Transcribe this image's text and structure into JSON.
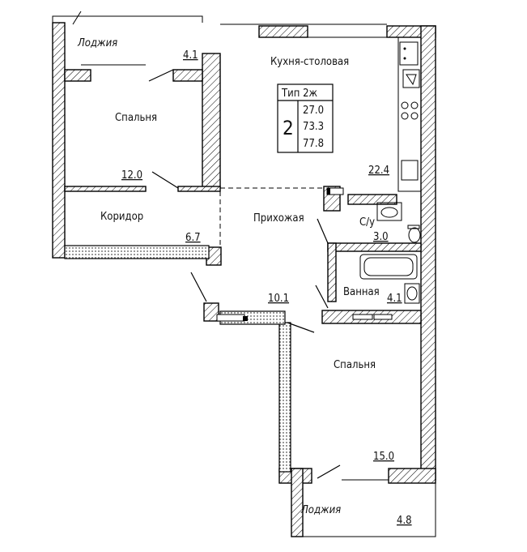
{
  "rooms": {
    "loggia_top": {
      "name": "Лоджия",
      "area": "4.1"
    },
    "bedroom_1": {
      "name": "Спальня",
      "area": "12.0"
    },
    "corridor": {
      "name": "Коридор",
      "area": "6.7"
    },
    "kitchen": {
      "name": "Кухня-столовая",
      "area": "22.4"
    },
    "hallway": {
      "name": "Прихожая",
      "area": "10.1"
    },
    "wc": {
      "name": "С/у",
      "area": "3.0"
    },
    "bathroom": {
      "name": "Ванная",
      "area": "4.1"
    },
    "bedroom_2": {
      "name": "Спальня",
      "area": "15.0"
    },
    "loggia_bottom": {
      "name": "Лоджия",
      "area": "4.8"
    }
  },
  "apartment_type": {
    "title": "Тип 2ж",
    "rooms_count": "2",
    "living_area": "27.0",
    "total_area": "73.3",
    "total_area_with_loggia": "77.8"
  }
}
